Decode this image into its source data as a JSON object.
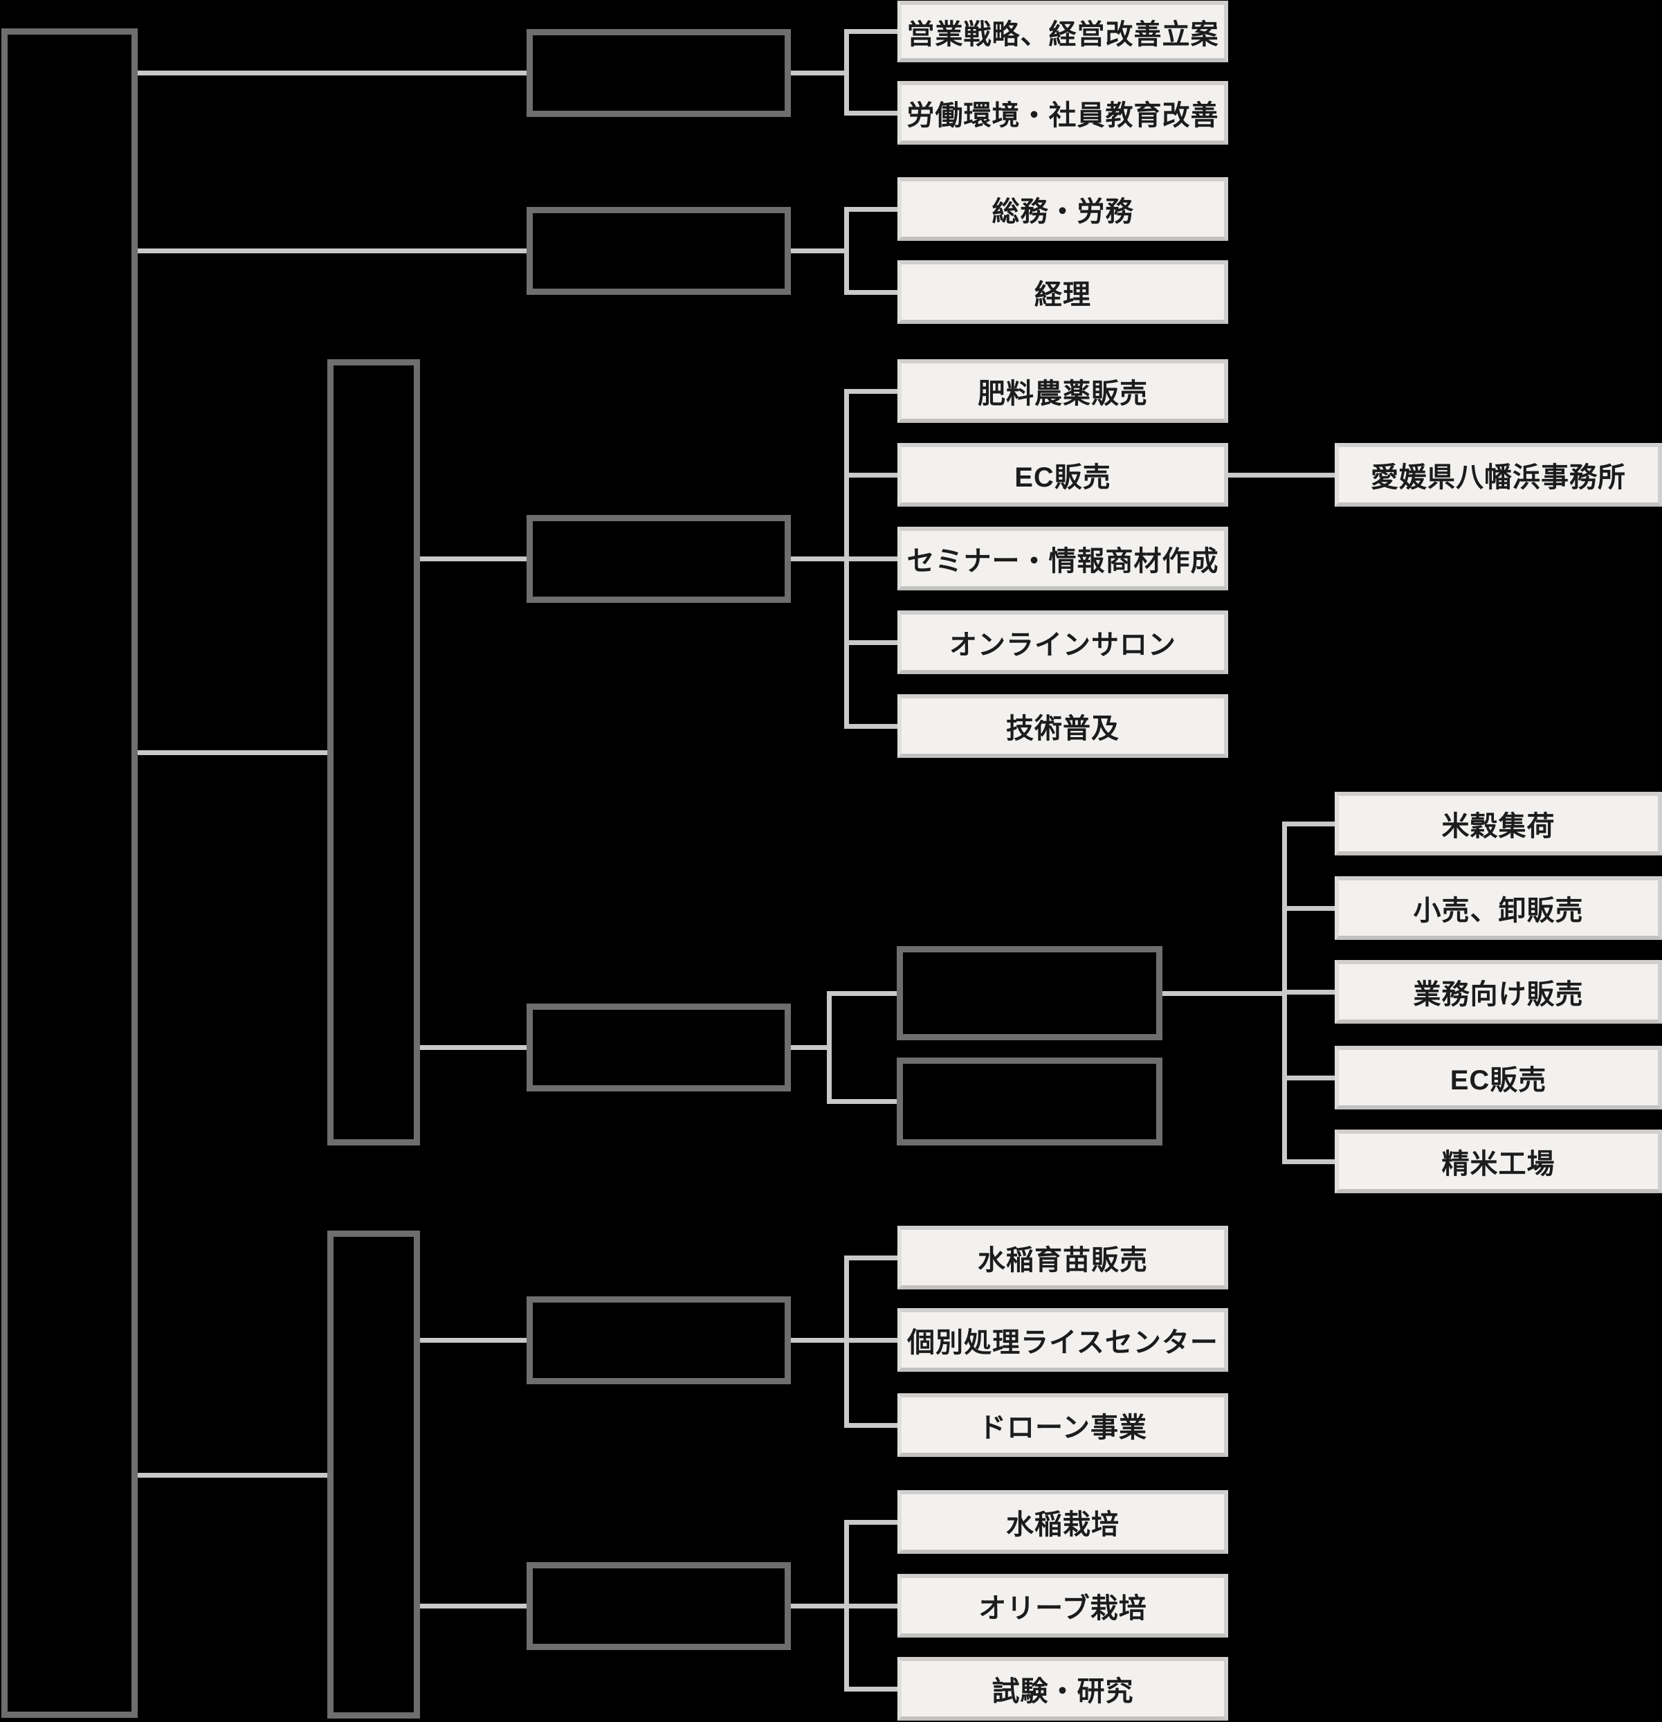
{
  "diagram": {
    "type": "org-chart",
    "background_color": "#000000",
    "dark_box_border_color": "#6e6e6e",
    "connector_color": "#c9c9c9",
    "leaf_fill_color": "#f2f1ef",
    "leaf_text_color": "#1c1c1c",
    "leaves": {
      "l1": "営業戦略、経営改善立案",
      "l2": "労働環境・社員教育改善",
      "l3": "総務・労務",
      "l4": "経理",
      "l5": "肥料農薬販売",
      "l6": "EC販売",
      "l7": "セミナー・情報商材作成",
      "l8": "オンラインサロン",
      "l9": "技術普及",
      "l10": "愛媛県八幡浜事務所",
      "r1": "米穀集荷",
      "r2": "小売、卸販売",
      "r3": "業務向け販売",
      "r4": "EC販売",
      "r5": "精米工場",
      "l11": "水稲育苗販売",
      "l12": "個別処理ライスセンター",
      "l13": "ドローン事業",
      "l14": "水稲栽培",
      "l15": "オリーブ栽培",
      "l16": "試験・研究"
    },
    "structure": {
      "root": [
        "branch-a",
        "branch-b",
        "division-1",
        "division-2"
      ],
      "branch-a": [
        "l1",
        "l2"
      ],
      "branch-b": [
        "l3",
        "l4"
      ],
      "division-1": [
        "branch-c",
        "branch-d"
      ],
      "branch-c": [
        "l5",
        "l6",
        "l7",
        "l8",
        "l9"
      ],
      "l6": [
        "l10"
      ],
      "branch-d": [
        "sub-1",
        "sub-2"
      ],
      "sub-1": [
        "r1",
        "r2",
        "r3",
        "r4",
        "r5"
      ],
      "division-2": [
        "branch-e",
        "branch-f"
      ],
      "branch-e": [
        "l11",
        "l12",
        "l13"
      ],
      "branch-f": [
        "l14",
        "l15",
        "l16"
      ]
    }
  }
}
